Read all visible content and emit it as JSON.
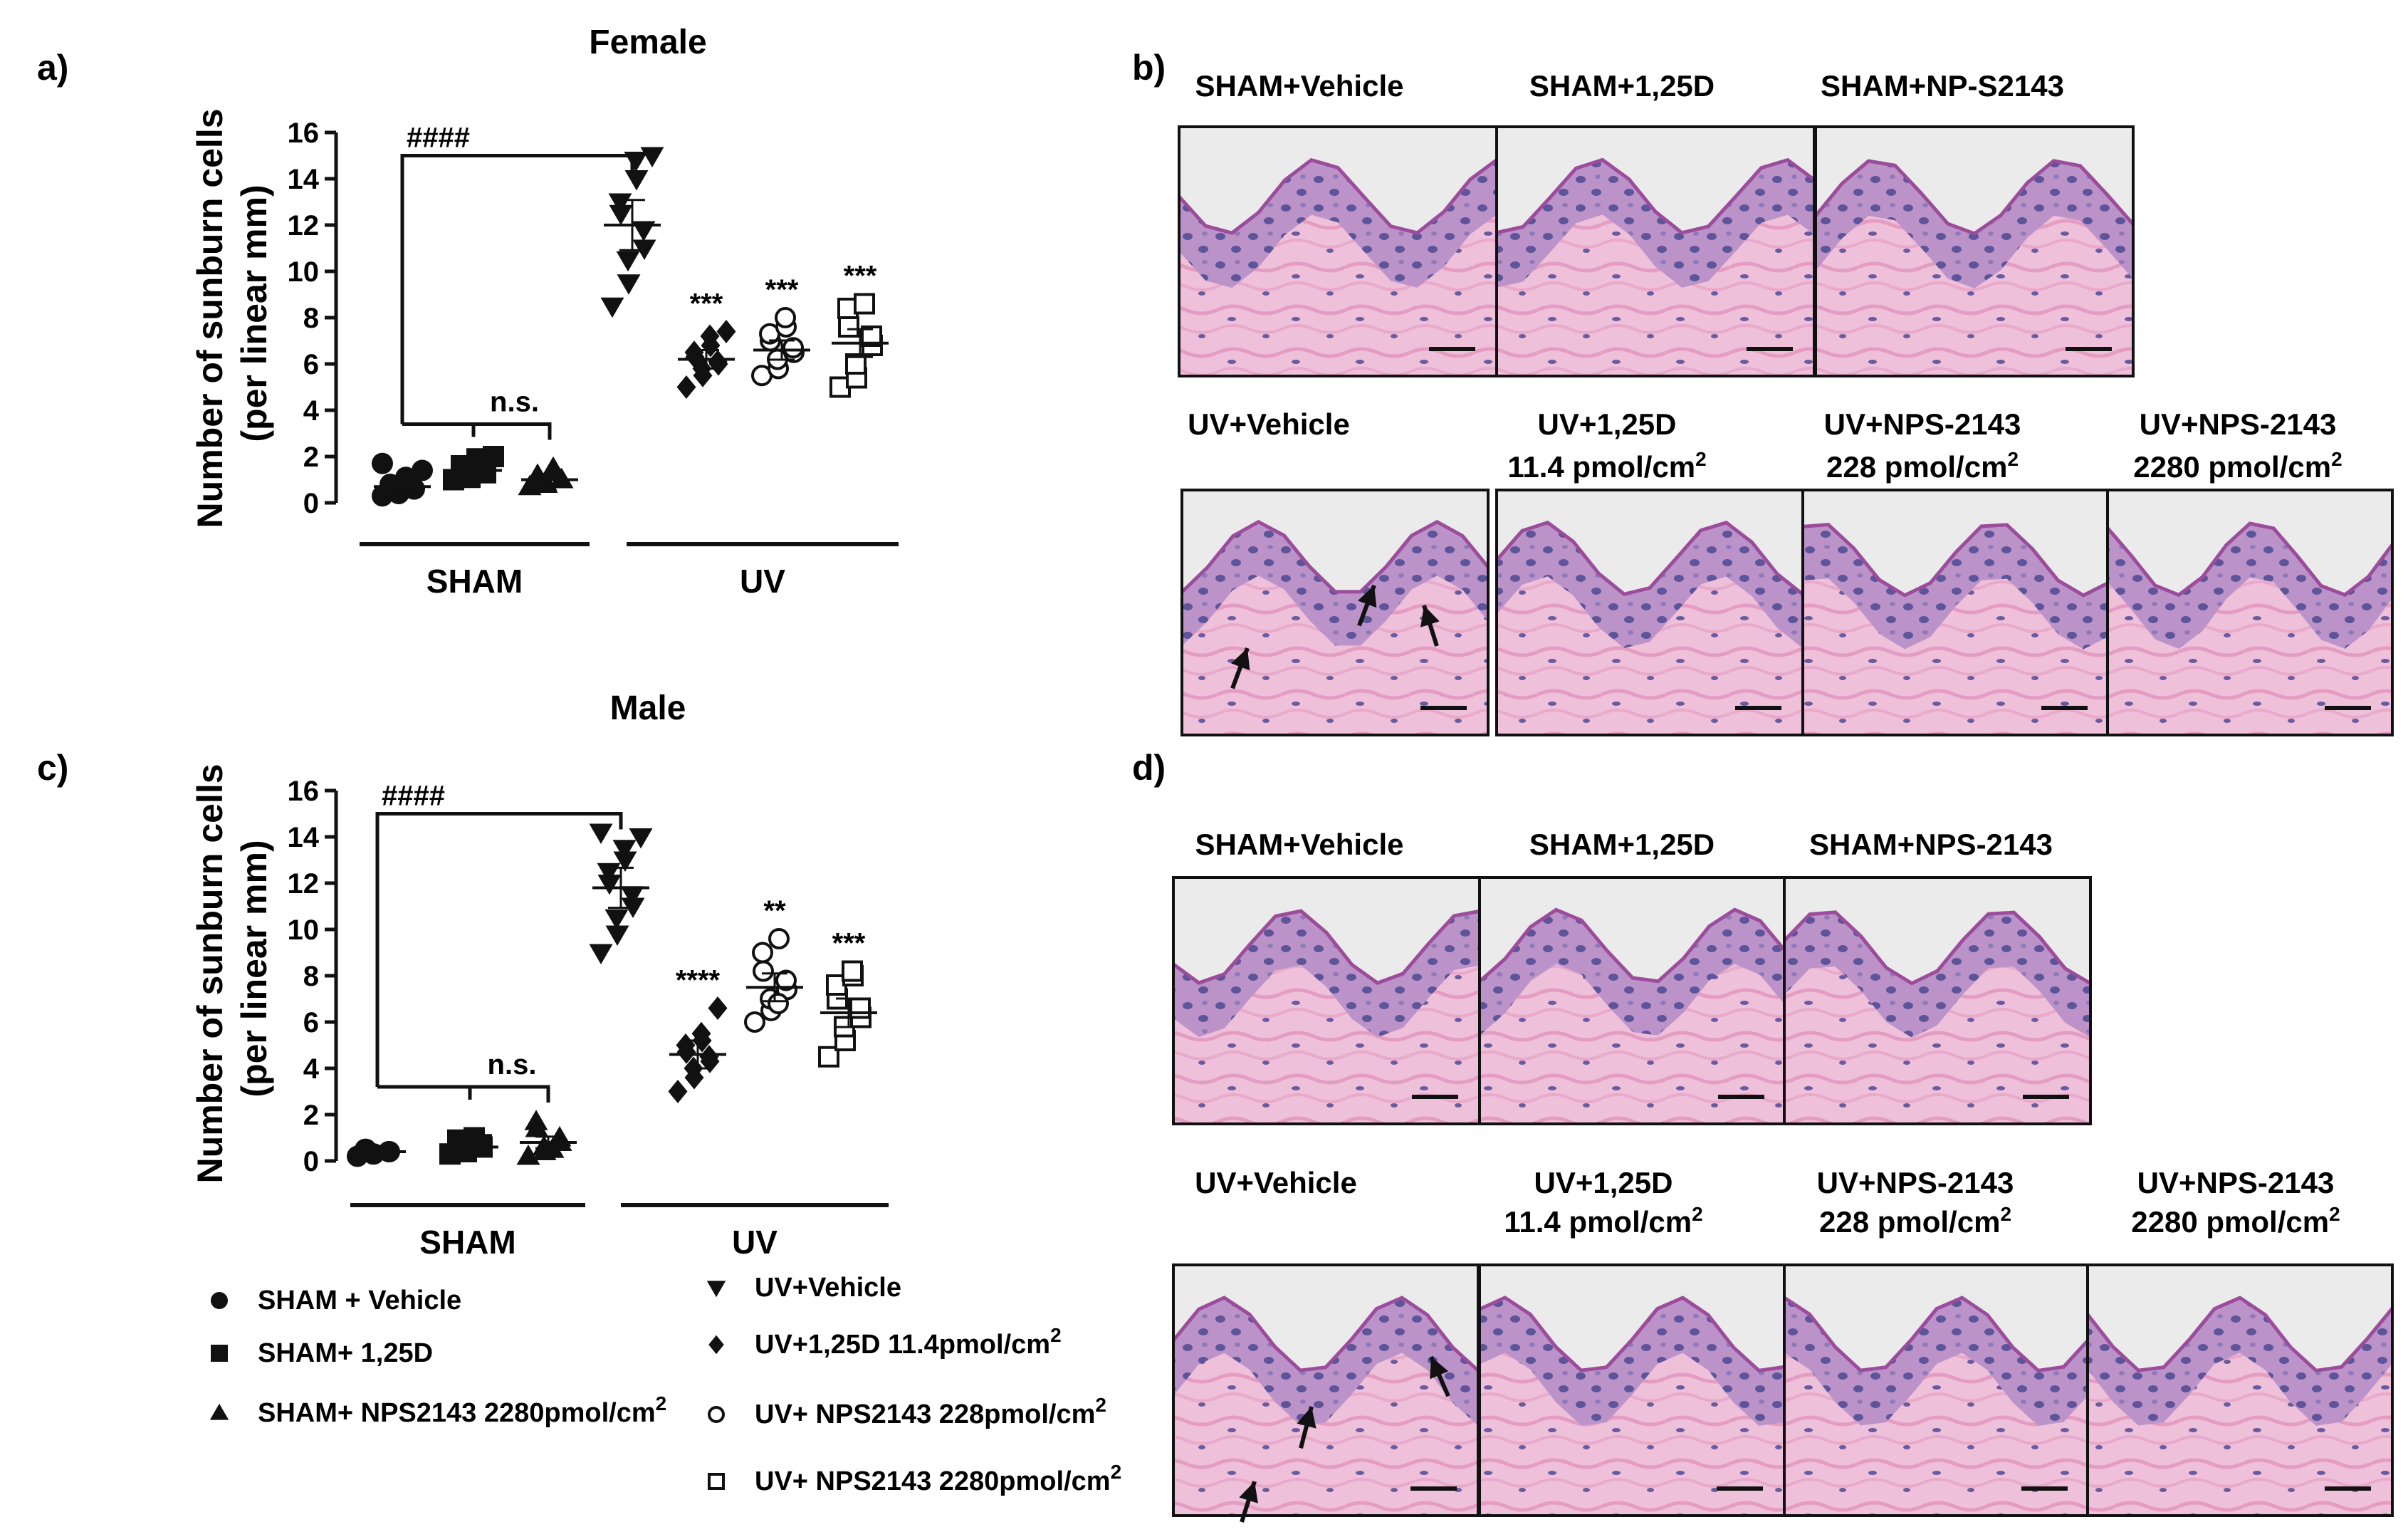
{
  "panels": {
    "a": "a)",
    "b": "b)",
    "c": "c)",
    "d": "d)"
  },
  "chart_data": [
    {
      "type": "scatter",
      "panel": "a)",
      "title": "Female",
      "ylabel": "Number of sunburn cells (per linear mm)",
      "ylabel_line1": "Number of sunburn cells",
      "ylabel_line2": "(per linear mm)",
      "ylim": [
        0,
        16
      ],
      "yticks": [
        "0",
        "2",
        "4",
        "6",
        "8",
        "10",
        "12",
        "14",
        "16"
      ],
      "group_labels": [
        "SHAM",
        "UV"
      ],
      "sig_top": "####",
      "sig_ns": "n.s.",
      "series": [
        {
          "name": "SHAM + Vehicle",
          "marker": "circle",
          "values": [
            0.3,
            0.4,
            0.5,
            0.6,
            0.6,
            0.7,
            0.8,
            0.9,
            1.1,
            1.4,
            1.7
          ],
          "mean": 0.7,
          "sig": ""
        },
        {
          "name": "SHAM+ 1,25D",
          "marker": "square",
          "values": [
            1.0,
            1.1,
            1.2,
            1.3,
            1.4,
            1.5,
            1.6,
            1.7,
            1.9,
            2.0
          ],
          "mean": 1.4,
          "sig": ""
        },
        {
          "name": "SHAM+ NPS2143 2280pmol/cm²",
          "marker": "triangle-up",
          "values": [
            0.7,
            0.8,
            0.9,
            1.0,
            1.0,
            1.1,
            1.2,
            1.4,
            1.5
          ],
          "mean": 1.0,
          "sig": ""
        },
        {
          "name": "UV+Vehicle",
          "marker": "triangle-down",
          "values": [
            8.5,
            9.5,
            10.5,
            11.0,
            11.8,
            12.5,
            13.0,
            14.0,
            14.8,
            15.0
          ],
          "mean": 12.0,
          "sig": ""
        },
        {
          "name": "UV+1,25D 11.4pmol/cm²",
          "marker": "diamond",
          "values": [
            5.0,
            5.5,
            5.8,
            6.0,
            6.1,
            6.3,
            6.5,
            6.8,
            7.2,
            7.4
          ],
          "mean": 6.2,
          "sig": "***"
        },
        {
          "name": "UV+ NPS2143 228pmol/cm²",
          "marker": "circle-open",
          "values": [
            5.5,
            5.8,
            6.2,
            6.5,
            6.7,
            7.0,
            7.3,
            7.6,
            8.0
          ],
          "mean": 6.6,
          "sig": "***"
        },
        {
          "name": "UV+ NPS2143 2280pmol/cm²",
          "marker": "square-open",
          "values": [
            5.0,
            5.4,
            6.0,
            6.8,
            7.2,
            7.6,
            8.4,
            8.6
          ],
          "mean": 6.9,
          "sig": "***"
        }
      ]
    },
    {
      "type": "scatter",
      "panel": "c)",
      "title": "Male",
      "ylabel": "Number of sunburn cells (per linear mm)",
      "ylabel_line1": "Number of sunburn cells",
      "ylabel_line2": "(per linear mm)",
      "ylim": [
        0,
        16
      ],
      "yticks": [
        "0",
        "2",
        "4",
        "6",
        "8",
        "10",
        "12",
        "14",
        "16"
      ],
      "group_labels": [
        "SHAM",
        "UV"
      ],
      "sig_top": "####",
      "sig_ns": "n.s.",
      "series": [
        {
          "name": "SHAM + Vehicle",
          "marker": "circle",
          "values": [
            0.2,
            0.3,
            0.3,
            0.4,
            0.4,
            0.5,
            0.5
          ],
          "mean": 0.4,
          "sig": ""
        },
        {
          "name": "SHAM+ 1,25D",
          "marker": "square",
          "values": [
            0.3,
            0.4,
            0.5,
            0.6,
            0.7,
            0.8,
            0.9,
            1.0
          ],
          "mean": 0.6,
          "sig": ""
        },
        {
          "name": "SHAM+ NPS2143 2280pmol/cm²",
          "marker": "triangle-up",
          "values": [
            0.2,
            0.4,
            0.6,
            0.8,
            1.0,
            1.4,
            1.7,
            0.5
          ],
          "mean": 0.8,
          "sig": ""
        },
        {
          "name": "UV+Vehicle",
          "marker": "triangle-down",
          "values": [
            9.0,
            9.8,
            10.5,
            11.0,
            11.5,
            12.0,
            12.5,
            13.0,
            13.5,
            14.0,
            14.2
          ],
          "mean": 11.8,
          "sig": ""
        },
        {
          "name": "UV+1,25D 11.4pmol/cm²",
          "marker": "diamond",
          "values": [
            3.0,
            3.6,
            4.0,
            4.3,
            4.5,
            4.7,
            5.0,
            5.2,
            5.5,
            6.6
          ],
          "mean": 4.6,
          "sig": "****"
        },
        {
          "name": "UV+ NPS2143 228pmol/cm²",
          "marker": "circle-open",
          "values": [
            6.0,
            6.5,
            7.0,
            7.4,
            7.8,
            8.2,
            9.0,
            9.6,
            6.8
          ],
          "mean": 7.5,
          "sig": "**"
        },
        {
          "name": "UV+ NPS2143 2280pmol/cm²",
          "marker": "square-open",
          "values": [
            4.5,
            5.2,
            5.8,
            6.2,
            6.6,
            7.0,
            7.6,
            8.0,
            8.2
          ],
          "mean": 6.4,
          "sig": "***"
        }
      ]
    }
  ],
  "legend": {
    "items": [
      {
        "marker": "circle",
        "text": "SHAM + Vehicle",
        "sup": ""
      },
      {
        "marker": "square",
        "text": "SHAM+ 1,25D",
        "sup": ""
      },
      {
        "marker": "triangle-up",
        "text": "SHAM+ NPS2143 2280pmol/cm",
        "sup": "2"
      },
      {
        "marker": "triangle-down",
        "text": "UV+Vehicle",
        "sup": ""
      },
      {
        "marker": "diamond",
        "text": "UV+1,25D 11.4pmol/cm",
        "sup": "2"
      },
      {
        "marker": "circle-open",
        "text": "UV+ NPS2143 228pmol/cm",
        "sup": "2"
      },
      {
        "marker": "square-open",
        "text": "UV+ NPS2143 2280pmol/cm",
        "sup": "2"
      }
    ]
  },
  "micrographs": {
    "b_top": [
      {
        "line1": "SHAM+Vehicle",
        "line2": "",
        "sup": ""
      },
      {
        "line1": "SHAM+1,25D",
        "line2": "",
        "sup": ""
      },
      {
        "line1": "SHAM+NP-S2143",
        "line2": "",
        "sup": ""
      }
    ],
    "b_bottom": [
      {
        "line1": "UV+Vehicle",
        "line2": "",
        "sup": ""
      },
      {
        "line1": "UV+1,25D",
        "line2": "11.4 pmol/cm",
        "sup": "2"
      },
      {
        "line1": "UV+NPS-2143",
        "line2": "228 pmol/cm",
        "sup": "2"
      },
      {
        "line1": "UV+NPS-2143",
        "line2": "2280 pmol/cm",
        "sup": "2"
      }
    ],
    "d_top": [
      {
        "line1": "SHAM+Vehicle",
        "line2": "",
        "sup": ""
      },
      {
        "line1": "SHAM+1,25D",
        "line2": "",
        "sup": ""
      },
      {
        "line1": "SHAM+NPS-2143",
        "line2": "",
        "sup": ""
      }
    ],
    "d_bottom": [
      {
        "line1": "UV+Vehicle",
        "line2": "",
        "sup": ""
      },
      {
        "line1": "UV+1,25D",
        "line2": "11.4 pmol/cm",
        "sup": "2"
      },
      {
        "line1": "UV+NPS-2143",
        "line2": "228 pmol/cm",
        "sup": "2"
      },
      {
        "line1": "UV+NPS-2143",
        "line2": "2280 pmol/cm",
        "sup": "2"
      }
    ],
    "colors": {
      "stroma": "#efc0da",
      "epidermis": "#b98fc6",
      "nuclei": "#4b4a8f",
      "fiber": "#e79fc4",
      "background": "#ebebeb"
    }
  }
}
